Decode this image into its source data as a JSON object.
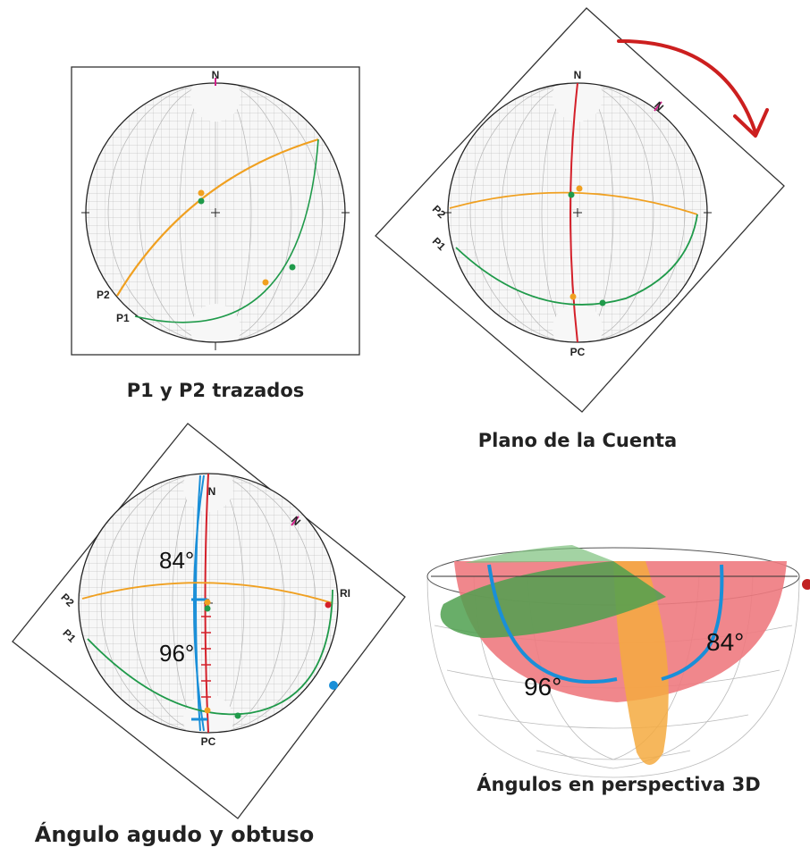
{
  "captions": {
    "panel1": "P1 y P2 trazados",
    "panel2": "Plano de la Cuenta",
    "panel3": "Ángulo agudo y obtuso",
    "panel4": "Ángulos en perspectiva 3D"
  },
  "labels": {
    "north": "N",
    "p1": "P1",
    "p2": "P2",
    "pc": "PC",
    "ri": "RI"
  },
  "angles": {
    "acute": "84°",
    "obtuse": "96°"
  },
  "colors": {
    "plane_p1": "#1f9a4a",
    "plane_p2": "#f0a020",
    "plane_pc": "#d4202a",
    "angle_arc": "#1a8fd8",
    "north_mark": "#d0208a",
    "rotation_arrow": "#cc1f1f",
    "hemisphere_red": "#ee7a80"
  },
  "icons": {
    "rotation": "rotate-clockwise-arrow-icon",
    "north": "north-arrow-icon"
  }
}
